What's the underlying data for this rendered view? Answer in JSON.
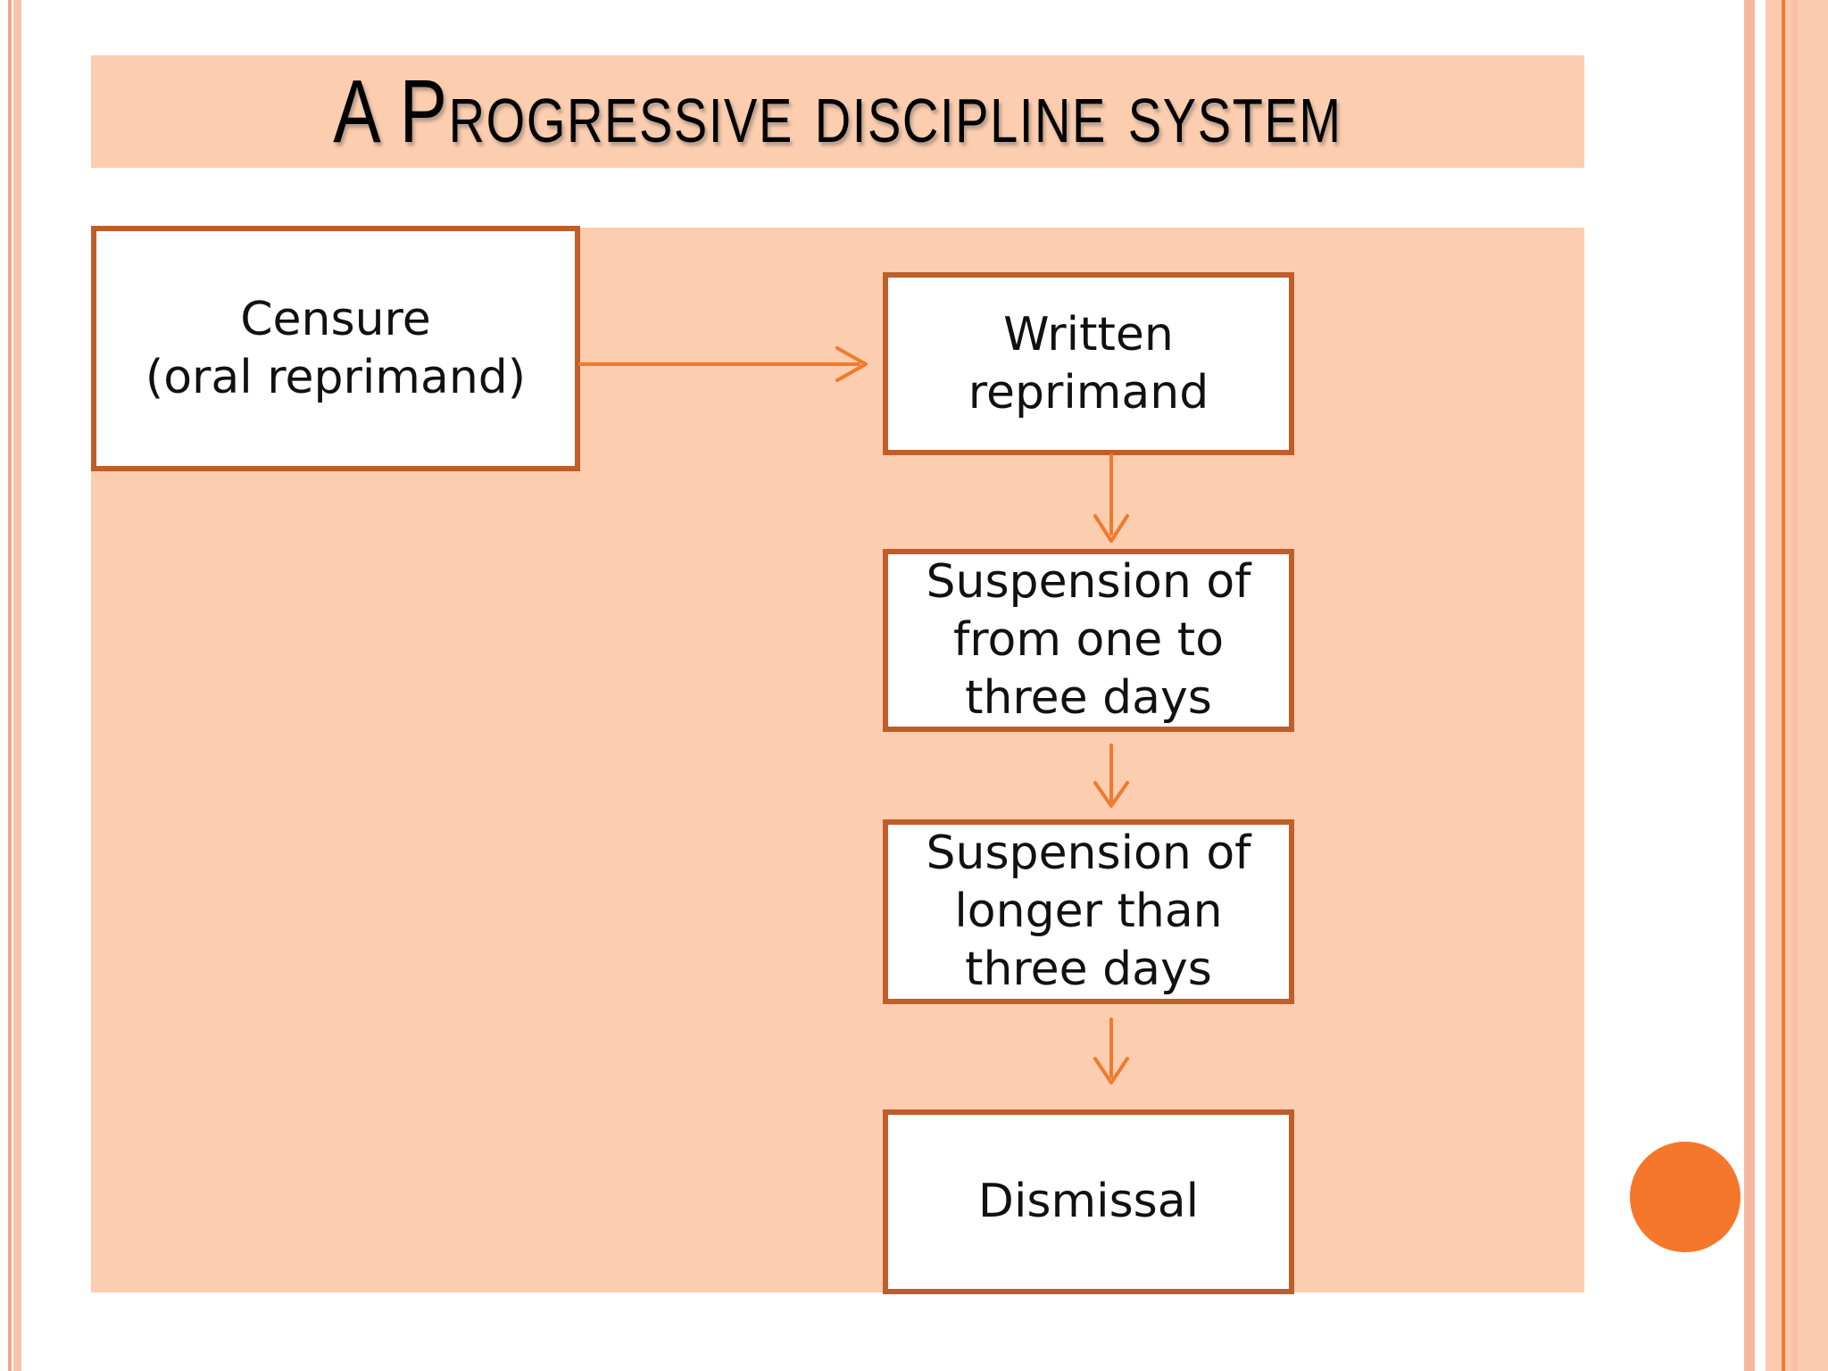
{
  "slide": {
    "title": "A Progressive discipline system"
  },
  "flowchart": {
    "boxes": [
      {
        "id": "censure",
        "label": "Censure\n(oral reprimand)"
      },
      {
        "id": "written-reprimand",
        "label": "Written\nreprimand"
      },
      {
        "id": "suspension-one-to-three",
        "label": "Suspension of\nfrom one to\nthree days"
      },
      {
        "id": "suspension-longer",
        "label": "Suspension of\nlonger than\nthree days"
      },
      {
        "id": "dismissal",
        "label": "Dismissal"
      }
    ],
    "connectors": [
      {
        "from": "censure",
        "to": "written-reprimand",
        "direction": "right"
      },
      {
        "from": "written-reprimand",
        "to": "suspension-one-to-three",
        "direction": "down"
      },
      {
        "from": "suspension-one-to-three",
        "to": "suspension-longer",
        "direction": "down"
      },
      {
        "from": "suspension-longer",
        "to": "dismissal",
        "direction": "down"
      }
    ]
  },
  "colors": {
    "slide_background": "#FFFFFF",
    "panel_peach": "#FCCDAE",
    "box_fill": "#FFFFFF",
    "box_border": "#BE5E2B",
    "arrow": "#EE7B2F",
    "accent_circle": "#F5772C",
    "edge_stripe_salmon": "#F3A38D",
    "edge_stripe_light": "#F8C2A8",
    "edge_stripe_right": "#F6B7A1",
    "edge_band": "#FBCAAD",
    "edge_band_line": "#EF7C33",
    "title_text": "#000000",
    "body_text": "#111111"
  }
}
